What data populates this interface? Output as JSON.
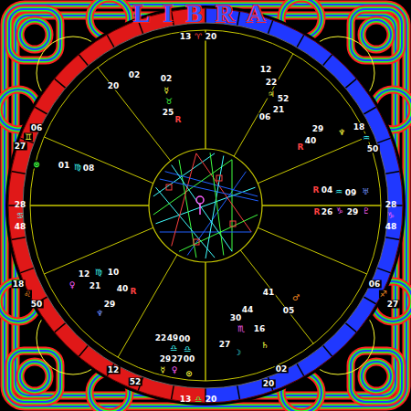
{
  "diagram": {
    "title": "LIBRA",
    "labels": [
      "13",
      "♈",
      "20",
      "20",
      "02",
      "02",
      "☿",
      "♉",
      "25",
      "R",
      "12",
      "22",
      "♃",
      "52",
      "21",
      "06",
      "18",
      "♒",
      "50",
      "29",
      "♆",
      "40",
      "R",
      "R",
      "04",
      "♒",
      "09",
      "♅",
      "R",
      "26",
      "♑",
      "29",
      "♇",
      "28",
      "♑",
      "48",
      "06",
      "♊",
      "27",
      "⊗",
      "01",
      "♍",
      "08",
      "28",
      "♋",
      "48",
      "18",
      "♌",
      "50",
      "12",
      "♍",
      "10",
      "♀",
      "21",
      "40",
      "R",
      "29",
      "♆",
      "12",
      "52",
      "22",
      "49",
      "00",
      "♎",
      "♎",
      "29",
      "27",
      "00",
      "☿",
      "♀",
      "⊙",
      "13",
      "♎",
      "20",
      "30",
      "44",
      "♏",
      "16",
      "27",
      "☽",
      "♄",
      "41",
      "05",
      "♂",
      "06",
      "♐",
      "27",
      "02",
      "20"
    ]
  }
}
